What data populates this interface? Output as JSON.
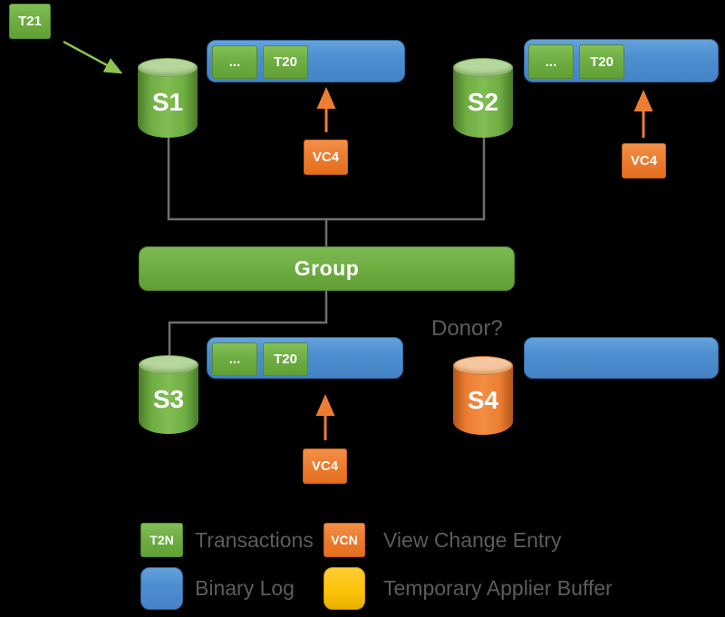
{
  "colors": {
    "background": "#000000",
    "green": "#6fae43",
    "green_arrow": "#8fc34f",
    "blue": "#4e8fd0",
    "orange": "#ed7d31",
    "yellow": "#fdc308",
    "gray_text": "#5c5c5c",
    "connector_gray": "#6f6f6f"
  },
  "nodes": {
    "t21": {
      "label": "T21"
    },
    "s1": {
      "label": "S1",
      "binlog": [
        "...",
        "T20"
      ],
      "vc": "VC4"
    },
    "s2": {
      "label": "S2",
      "binlog": [
        "...",
        "T20"
      ],
      "vc": "VC4"
    },
    "s3": {
      "label": "S3",
      "binlog": [
        "...",
        "T20"
      ],
      "vc": "VC4"
    },
    "s4": {
      "label": "S4",
      "annotation": "Donor?",
      "binlog": []
    },
    "group": {
      "label": "Group"
    }
  },
  "legend": {
    "items": [
      {
        "swatch_label": "T2N",
        "swatch_type": "transaction",
        "label": "Transactions"
      },
      {
        "swatch_label": "VCN",
        "swatch_type": "view-change-entry",
        "label": "View Change Entry"
      },
      {
        "swatch_label": "",
        "swatch_type": "binary-log",
        "label": "Binary Log"
      },
      {
        "swatch_label": "",
        "swatch_type": "applier-buffer",
        "label": "Temporary Applier Buffer"
      }
    ]
  }
}
